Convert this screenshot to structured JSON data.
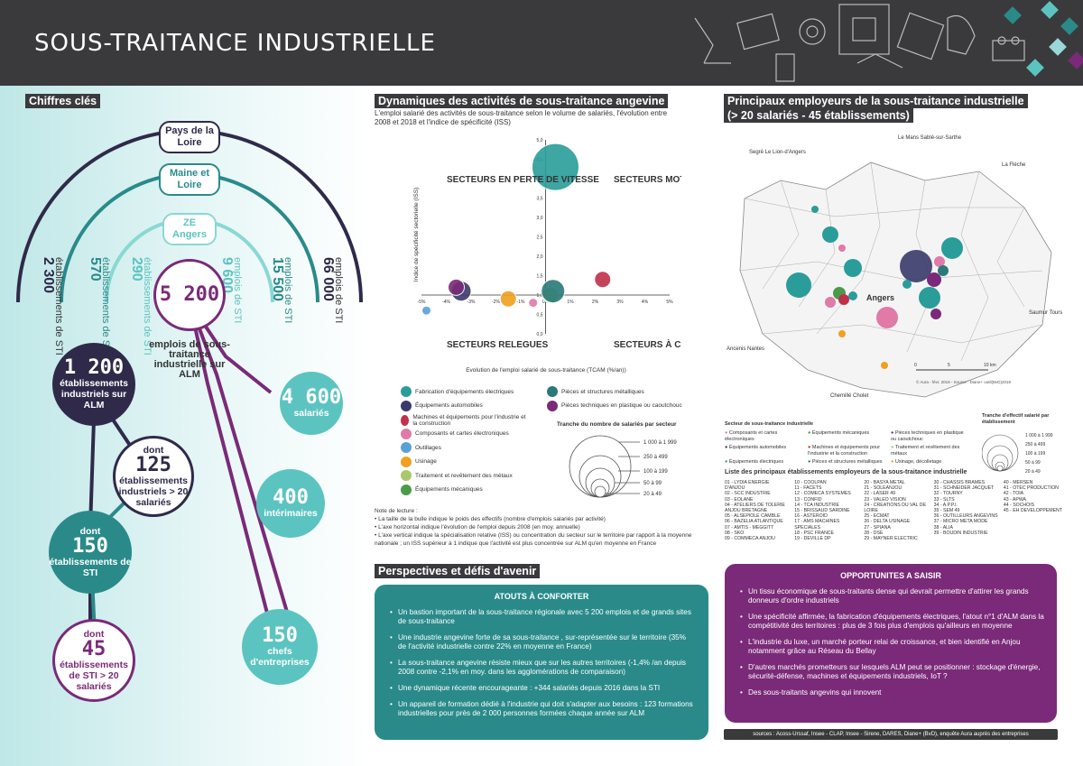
{
  "header": {
    "title": "SOUS-TRAITANCE INDUSTRIELLE"
  },
  "colors": {
    "dark": "#3a3a3c",
    "teal": "#2a8a8a",
    "teal_light": "#5cc4c0",
    "purple": "#7a2a78",
    "navy": "#2f2a4a"
  },
  "key_figures": {
    "title": "Chiffres clés",
    "arc_labels": [
      "Pays de la Loire",
      "Maine et Loire",
      "ZE Angers"
    ],
    "columns": [
      {
        "value": "2 300",
        "label": "établissements de STI"
      },
      {
        "value": "570",
        "label": "établissements de STI"
      },
      {
        "value": "290",
        "label": "établissements de STI"
      },
      {
        "value": "9 600",
        "label": "emplois de STI"
      },
      {
        "value": "15 500",
        "label": "emplois de STI"
      },
      {
        "value": "66 000",
        "label": "emplois de STI"
      }
    ],
    "center_value": "5 200",
    "center_label": "emplois de sous-traitance industrielle sur ALM",
    "bubbles": {
      "b1200": {
        "value": "1 200",
        "label": "établissements industriels sur ALM"
      },
      "b125": {
        "prefix": "dont",
        "value": "125",
        "label": "établissements industriels > 20 salariés"
      },
      "b150": {
        "prefix": "dont",
        "value": "150",
        "label": "établissements de STI"
      },
      "b45": {
        "prefix": "dont",
        "value": "45",
        "label": "établissements de STI > 20 salariés"
      },
      "b4600": {
        "value": "4 600",
        "label": "salariés"
      },
      "b400": {
        "value": "400",
        "label": "intérimaires"
      },
      "b150chefs": {
        "value": "150",
        "label": "chefs d'entreprises"
      }
    }
  },
  "dynamics": {
    "title": "Dynamiques des activités de sous-traitance angevine",
    "subtitle": "L'emploi salarié des activités de sous-traitance selon le volume de salariés, l'évolution entre 2008 et 2018 et l'indice de spécificité (ISS)",
    "quadrants": {
      "top_left": "SECTEURS EN PERTE DE VITESSE",
      "top_right": "SECTEURS MOTEURS",
      "bottom_left": "SECTEURS RELEGUES",
      "bottom_right": "SECTEURS À CONFORTER"
    },
    "size_legend_title": "Tranche du nombre de salariés par secteur",
    "size_legend": [
      "1 000 à 1 999",
      "250 à 499",
      "100 à 199",
      "50 à 99",
      "20 à 49"
    ],
    "legend": [
      {
        "label": "Fabrication d'équipements électriques",
        "color": "#2a9d9a"
      },
      {
        "label": "Équipements automobiles",
        "color": "#3a3a6a"
      },
      {
        "label": "Machines et équipements pour l'industrie et la construction",
        "color": "#c0304a"
      },
      {
        "label": "Composants et cartes électroniques",
        "color": "#e07aa8"
      },
      {
        "label": "Outillages",
        "color": "#5aa0d8"
      },
      {
        "label": "Usinage",
        "color": "#f0a020"
      },
      {
        "label": "Traitement et revêtement des métaux",
        "color": "#a8c86a"
      },
      {
        "label": "Équipements mécaniques",
        "color": "#4a9a4a"
      },
      {
        "label": "Pièces et structures métalliques",
        "color": "#2a7a7a"
      },
      {
        "label": "Pièces techniques en plastique ou caoutchouc",
        "color": "#7a2a78"
      }
    ],
    "notes_title": "Note de lecture :",
    "notes": [
      "La taille de la bulle indique le poids des effectifs (nombre d'emplois salariés par activité)",
      "L'axe horizontal indique l'évolution de l'emploi depuis 2008 (en moy. annuelle)",
      "L'axe vertical indique la spécialisation relative (ISS) ou concentration du secteur sur le territoire par rapport à la moyenne nationale ; un ISS supérieur à 1 indique que l'activité est plus concentrée sur ALM qu'en moyenne en France"
    ]
  },
  "chart_data": {
    "type": "scatter",
    "xlabel": "Evolution de l'emploi salarié de sous-traitance (TCAM (%/an))",
    "ylabel": "Indice de spécificité sectorielle (ISS)",
    "xlim": [
      -5,
      5
    ],
    "ylim": [
      0,
      5
    ],
    "x_ticks": [
      "-5%",
      "-4%",
      "-3%",
      "-2%",
      "-1%",
      "0%",
      "1%",
      "2%",
      "3%",
      "4%",
      "5%"
    ],
    "y_ticks": [
      "0,0",
      "0,5",
      "1,0",
      "1,5",
      "2,0",
      "2,5",
      "3,0",
      "3,5",
      "4,0",
      "4,5",
      "5,0"
    ],
    "points": [
      {
        "sector": "Fabrication d'équipements électriques",
        "x": 0.4,
        "y": 4.3,
        "size": "1 000 à 1 999"
      },
      {
        "sector": "Équipements automobiles",
        "x": -3.4,
        "y": 1.1,
        "size": "100 à 199"
      },
      {
        "sector": "Machines et équipements pour l'industrie et la construction",
        "x": 2.3,
        "y": 1.4,
        "size": "50 à 99"
      },
      {
        "sector": "Composants et cartes électroniques",
        "x": -0.5,
        "y": 0.8,
        "size": "20 à 49"
      },
      {
        "sector": "Outillages",
        "x": -4.8,
        "y": 0.6,
        "size": "20 à 49"
      },
      {
        "sector": "Usinage",
        "x": -1.5,
        "y": 0.9,
        "size": "50 à 99"
      },
      {
        "sector": "Traitement et revêtement des métaux",
        "x": 0.2,
        "y": 1.0,
        "size": "50 à 99"
      },
      {
        "sector": "Pièces et structures métalliques",
        "x": 0.3,
        "y": 1.1,
        "size": "250 à 499"
      },
      {
        "sector": "Pièces techniques en plastique ou caoutchouc",
        "x": -3.6,
        "y": 1.2,
        "size": "50 à 99"
      }
    ]
  },
  "perspectives": {
    "title": "Perspectives et défis d'avenir",
    "atouts_title": "ATOUTS À CONFORTER",
    "atouts": [
      "Un bastion important de la sous-traitance régionale avec 5 200 emplois et de grands sites de sous-traitance",
      "Une industrie angevine forte de sa sous-traitance , sur-représentée sur le territoire (35% de l'activité industrielle contre 22% en moyenne en France)",
      "La sous-traitance angevine résiste mieux que sur les autres territoires (-1,4% /an depuis 2008 contre -2,1% en moy. dans les agglomérations de comparaison)",
      "Une dynamique récente encourageante : +344 salariés depuis 2016 dans la STI",
      "Un appareil de formation dédié à l'industrie qui doit s'adapter aux besoins : 123 formations industrielles pour près de 2 000 personnes formées chaque année sur ALM"
    ],
    "opps_title": "OPPORTUNITES A SAISIR",
    "opps": [
      "Un tissu économique de sous-traitants dense qui devrait permettre d'attirer les grands donneurs d'ordre industriels",
      "Une spécificité affirmée, la fabrication d'équipements électriques, l'atout n°1 d'ALM dans la compétitivité des territoires : plus de 3 fois plus d'emplois qu'ailleurs en moyenne",
      "L'industrie du luxe, un marché porteur relai de croissance, et bien identifié en Anjou notamment grâce au Réseau du Bellay",
      "D'autres marchés prometteurs sur lesquels ALM peut se positionner : stockage d'énergie, sécurité-défense, machines et équipements industriels, IoT ?",
      "Des sous-traitants angevins qui innovent"
    ]
  },
  "employers": {
    "title": "Principaux employeurs de la sous-traitance industrielle",
    "subtitle": "(> 20 salariés - 45 établissements)",
    "map_labels": {
      "segre": "Segré Le Lion-d'Angers",
      "lemans": "Le Mans Sablé-sur-Sarthe",
      "laflèche": "La Flèche",
      "saumur": "Saumur Tours",
      "ancenis": "Ancenis Nantes",
      "chemille": "Chemillé Cholet",
      "angers": "Angers"
    },
    "scale": [
      "0",
      "5",
      "10 km"
    ],
    "credit": "© Aura - févr. 2019 - Source : Diane+ outil(BvD)2019",
    "legend_title": "Secteur de sous-traitance industrielle",
    "legend_sectors": [
      "Composants et cartes électroniques",
      "Équipements mécaniques",
      "Pièces techniques en plastique ou caoutchouc",
      "Équipements automobiles",
      "Machines et équipements pour l'industrie et la construction",
      "Traitement et revêtement des métaux",
      "Équipements électriques",
      "Pièces et structures métalliques",
      "Usinage, décolletage"
    ],
    "size_title": "Tranche d'effectif salarié par établissement",
    "size_items": [
      "1 000 à 1 999",
      "250 à 499",
      "100 à 199",
      "50 à 99",
      "20 à 49"
    ],
    "list_title": "Liste des principaux établissements employeurs de la sous-traitance industrielle",
    "list": [
      [
        "01 - LYDIA ENERGIE D'ANJOU",
        "02 - SCC INDUSTRIE",
        "03 - EOLANE",
        "04 - ATELIERS DE TOLERIE ANJOU BRETAGNE",
        "05 - ALSEPIOLE CAMBLE",
        "06 - BAZELIA ATLANTIQUE",
        "07 - AMTIS - MEGGITT",
        "08 - SKO",
        "09 - COMMECA ANJOU"
      ],
      [
        "10 - COOLPAN",
        "11 - FACETS",
        "12 - COMECA SYSTEMES",
        "13 - CONFID",
        "14 - TCA INDUSTRIE",
        "15 - BRISSAUD SARDINE",
        "16 - ASTEROID",
        "17 - AMS MACHINES SPECIALES",
        "18 - PSC FRANCE",
        "19 - DEVILLE DP"
      ],
      [
        "20 - BASYA METAL",
        "21 - SOLEANJOU",
        "22 - LASER 49",
        "23 - VALEO VISION",
        "24 - CREATIONS DU VAL DE LOIRE",
        "25 - ECMAT",
        "26 - DELTA USINAGE",
        "27 - SPIANA",
        "28 - DSE",
        "29 - MAYNER ELECTRIC"
      ],
      [
        "30 - CHASSIS BRAMES",
        "31 - SCHNEIDER JACQUET",
        "32 - TOURNY",
        "33 - SLTS",
        "34 - A.P.P.I.",
        "35 - SEM 49",
        "36 - OUTILLEURS ANGEVINS",
        "37 - MICRO META MODE",
        "38 - ALIA",
        "39 - BOUDIN INDUSTRIE"
      ],
      [
        "40 - MERSEN",
        "41 - OTEC PRODUCTION",
        "42 - TOIA",
        "43 - APWA",
        "44 - SOCHOIS",
        "45 - EH DEVELOPPEMENT"
      ]
    ]
  },
  "sources": "sources : Acoss-Urssaf, Insee - CLAP, Insee - Sirene, DARES, Diane+ (BvD), enquête Aura auprès des entreprises"
}
